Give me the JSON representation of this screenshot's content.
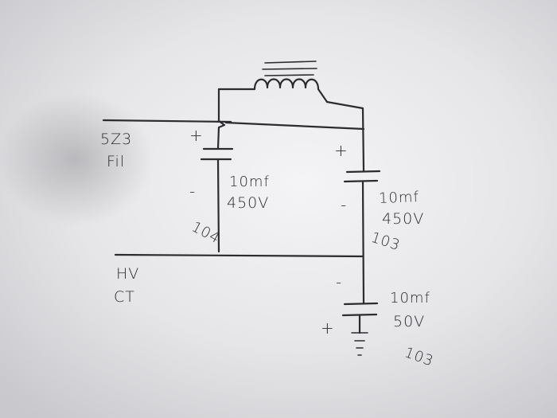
{
  "labels": {
    "source_top": [
      "5Z3",
      "Fil"
    ],
    "source_bottom": [
      "HV",
      "CT"
    ],
    "cap1": {
      "capacitance": "10mf",
      "voltage": "450V",
      "code": "104"
    },
    "cap2": {
      "capacitance": "10mf",
      "voltage": "450V",
      "code": "103"
    },
    "cap3": {
      "capacitance": "10mf",
      "voltage": "50V",
      "code": "103"
    }
  },
  "polarity": {
    "plus": "+",
    "minus": "-"
  }
}
